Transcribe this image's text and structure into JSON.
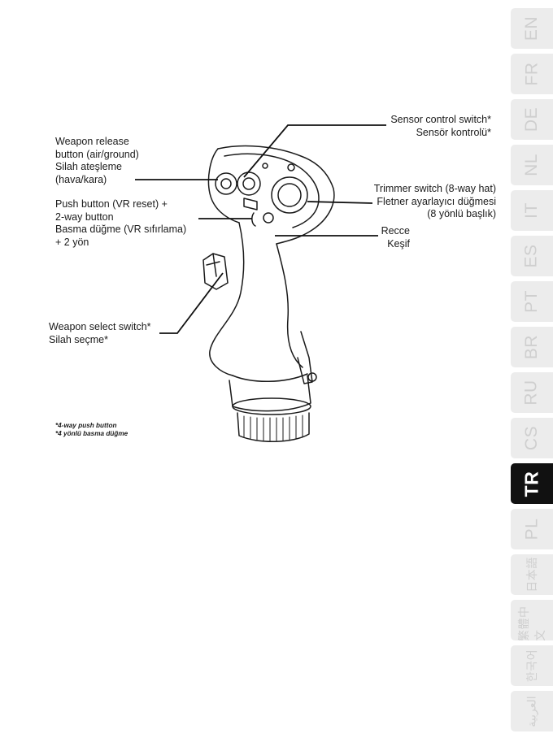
{
  "labels": {
    "weapon_release": [
      "Weapon release",
      "button (air/ground)",
      "Silah ateşleme",
      "(hava/kara)"
    ],
    "push_button": [
      "Push button (VR reset) +",
      "2-way button",
      "Basma düğme (VR sıfırlama)",
      "+ 2 yön"
    ],
    "weapon_select": [
      "Weapon select switch*",
      "Silah seçme*"
    ],
    "sensor_control": [
      "Sensor control switch*",
      "Sensör kontrolü*"
    ],
    "trimmer": [
      "Trimmer switch (8-way hat)",
      "Fletner ayarlayıcı düğmesi",
      "(8 yönlü başlık)"
    ],
    "recce": [
      "Recce",
      "Keşif"
    ]
  },
  "footnote": [
    "*4-way push button",
    "*4 yönlü basma düğme"
  ],
  "language_tabs": [
    "EN",
    "FR",
    "DE",
    "NL",
    "IT",
    "ES",
    "PT",
    "BR",
    "RU",
    "CS",
    "TR",
    "PL",
    "日本語",
    "繁體中文",
    "한국어",
    "العربية"
  ],
  "active_tab": "TR"
}
